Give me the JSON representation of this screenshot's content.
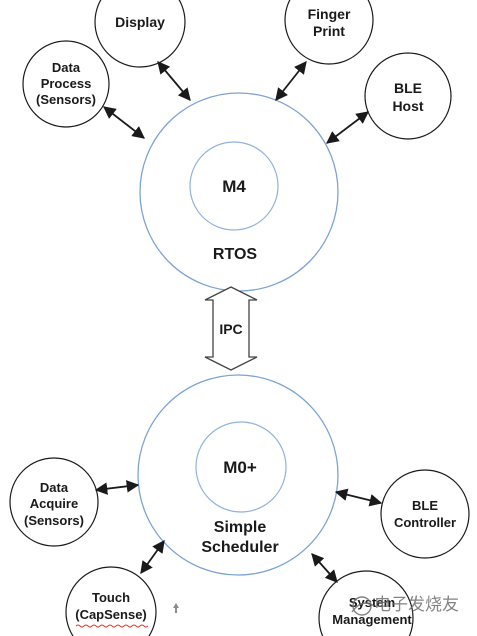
{
  "rtos_core": {
    "center_label": "M4",
    "ring_label": "RTOS",
    "tasks": {
      "display": [
        "Display"
      ],
      "finger_print": [
        "Finger",
        "Print"
      ],
      "data_process": [
        "Data",
        "Process",
        "(Sensors)"
      ],
      "ble_host": [
        "BLE",
        "Host"
      ]
    }
  },
  "ipc": {
    "label": "IPC"
  },
  "scheduler_core": {
    "center_label": "M0+",
    "ring_label": [
      "Simple",
      "Scheduler"
    ],
    "tasks": {
      "data_acquire": [
        "Data",
        "Acquire",
        "(Sensors)"
      ],
      "ble_controller": [
        "BLE",
        "Controller"
      ],
      "touch": [
        "Touch",
        "(CapSense)"
      ],
      "system_management": [
        "System",
        "Management"
      ]
    }
  },
  "watermark": {
    "text": "电子发烧友"
  },
  "colors": {
    "ring_stroke": "#7ba3d4",
    "inner_stroke": "#8fb2dc",
    "task_stroke": "#1a1a1a",
    "arrow": "#1a1a1a",
    "spellcheck": "#e53935"
  }
}
